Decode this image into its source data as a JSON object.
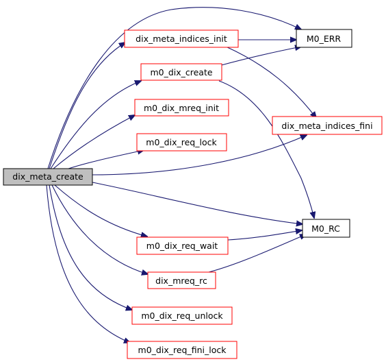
{
  "colors": {
    "edge": "#191970",
    "root_fill": "#bfbfbf",
    "root_border": "#000000",
    "linked_border": "#ff0000",
    "external_border": "#000000",
    "node_fill": "#ffffff"
  },
  "nodes": {
    "dix_meta_create": "dix_meta_create",
    "dix_meta_indices_init": "dix_meta_indices_init",
    "m0_dix_create": "m0_dix_create",
    "m0_dix_mreq_init": "m0_dix_mreq_init",
    "m0_dix_req_lock": "m0_dix_req_lock",
    "m0_dix_req_wait": "m0_dix_req_wait",
    "dix_mreq_rc": "dix_mreq_rc",
    "m0_dix_req_unlock": "m0_dix_req_unlock",
    "m0_dix_req_fini_lock": "m0_dix_req_fini_lock",
    "M0_ERR": "M0_ERR",
    "dix_meta_indices_fini": "dix_meta_indices_fini",
    "M0_RC": "M0_RC"
  }
}
